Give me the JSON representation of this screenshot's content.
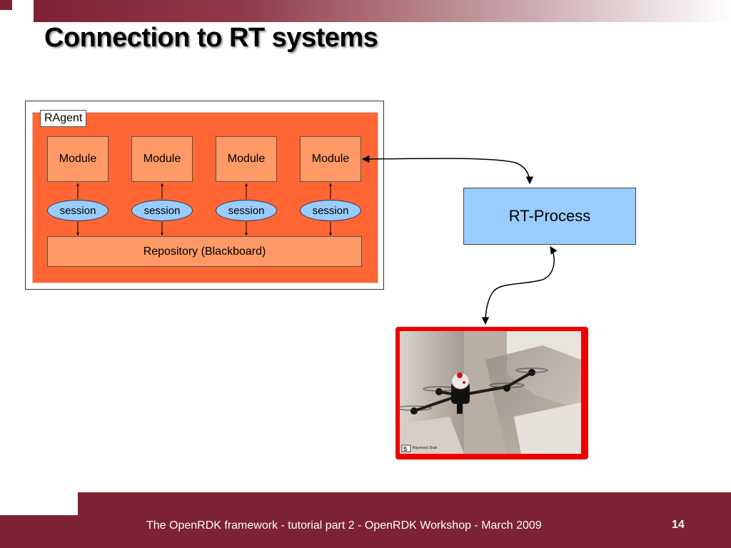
{
  "slide": {
    "title": "Connection to RT systems",
    "footer_text": "The OpenRDK framework - tutorial part 2 - OpenRDK Workshop - March 2009",
    "page_number": "14"
  },
  "diagram": {
    "ragent_label": "RAgent",
    "modules": [
      "Module",
      "Module",
      "Module",
      "Module"
    ],
    "sessions": [
      "session",
      "session",
      "session",
      "session"
    ],
    "repository_label": "Repository (Blackboard)",
    "rt_process_label": "RT-Process"
  },
  "photo": {
    "subject": "quadrotor drone in flight",
    "watermark": "Raymond Shah"
  },
  "colors": {
    "maroon": "#7d2232",
    "ragent_orange": "#ff6633",
    "module_orange": "#ff9966",
    "session_blue": "#99ccff",
    "photo_border": "#ee0000"
  }
}
